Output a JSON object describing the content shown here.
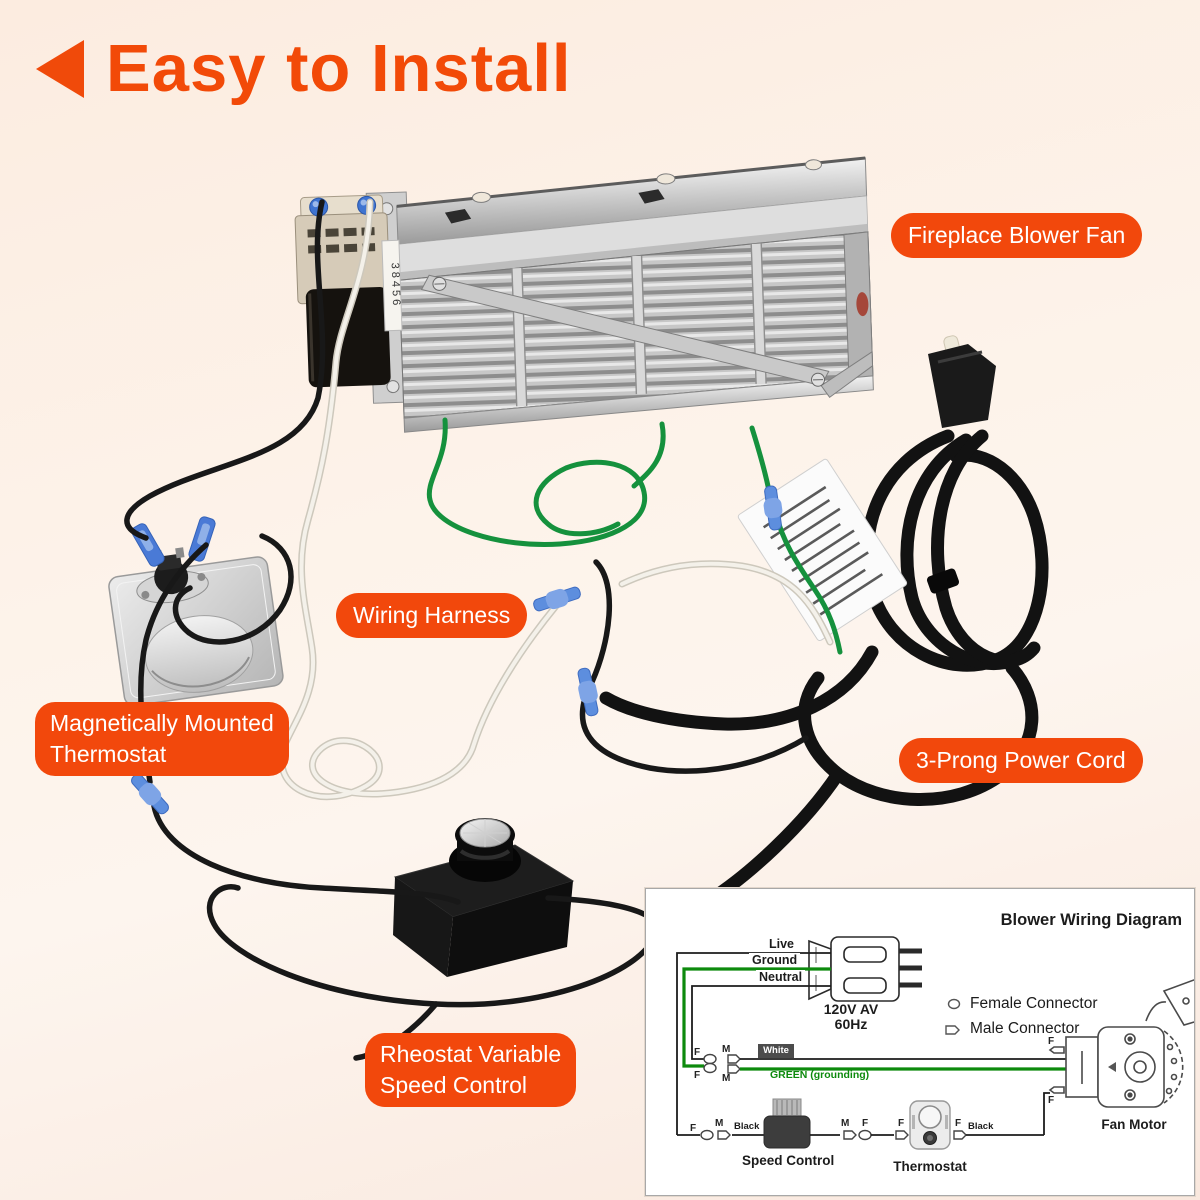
{
  "page": {
    "title": "Easy to Install"
  },
  "callouts": {
    "blower_fan": "Fireplace Blower Fan",
    "wiring_harness": "Wiring Harness",
    "thermostat_line1": "Magnetically Mounted",
    "thermostat_line2": "Thermostat",
    "power_cord": "3-Prong Power Cord",
    "rheostat_line1": "Rheostat Variable",
    "rheostat_line2": "Speed Control"
  },
  "photo": {
    "motor_sticker": "38456"
  },
  "diagram": {
    "title": "Blower Wiring Diagram",
    "live": "Live",
    "ground": "Ground",
    "neutral": "Neutral",
    "voltage": "120V AV",
    "frequency": "60Hz",
    "legend_female": "Female Connector",
    "legend_male": "Male Connector",
    "white_label": "White",
    "green_label": "GREEN (grounding)",
    "black_label_left": "Black",
    "black_label_right": "Black",
    "speed_control": "Speed Control",
    "thermostat": "Thermostat",
    "fan_motor": "Fan Motor",
    "f": "F",
    "m": "M"
  },
  "colors": {
    "accent": "#F2480C",
    "photo_green_wire": "#15913D",
    "diagram_green": "#0D8A0D"
  }
}
